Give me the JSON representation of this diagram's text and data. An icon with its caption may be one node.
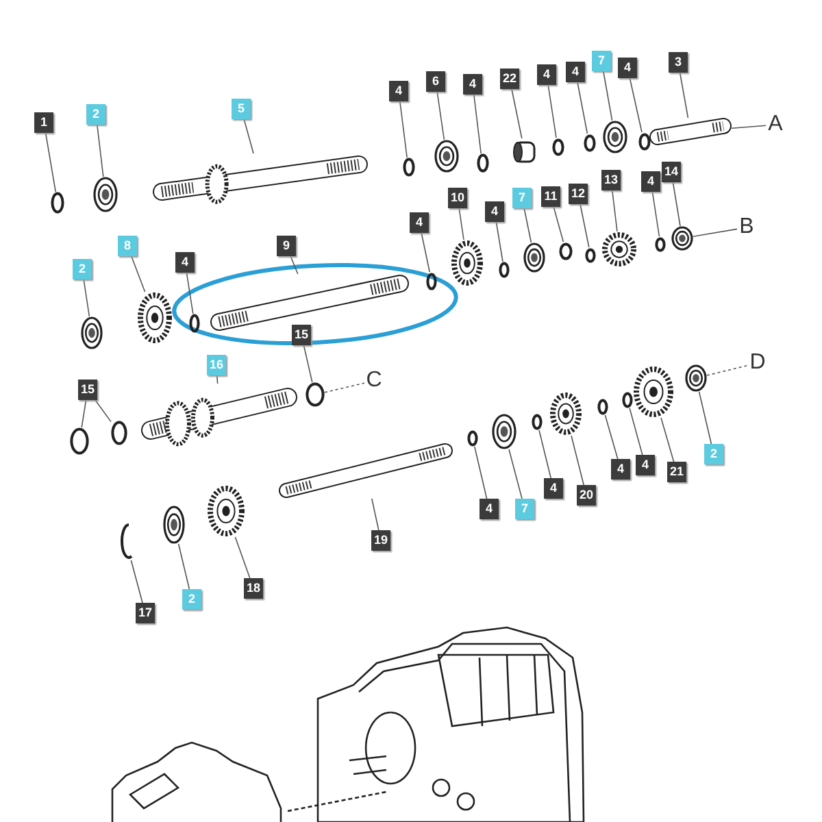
{
  "diagram": {
    "nodes": [
      {
        "text": [
          "1"
        ]
      },
      {
        "text": [],
        "shape": "circle"
      },
      {
        "text": [
          "2"
        ]
      },
      {
        "text": [],
        "shape": "picture"
      },
      {
        "text": [
          "5"
        ]
      },
      {
        "text": [],
        "shape": "picture"
      },
      {
        "text": [
          "4"
        ]
      },
      {
        "text": [],
        "shape": "circle"
      },
      {
        "text": [
          "6"
        ]
      },
      {
        "text": [],
        "shape": "picture"
      },
      {
        "text": [
          "4"
        ]
      },
      {
        "text": [],
        "shape": "circle"
      },
      {
        "text": [
          "22"
        ]
      },
      {
        "text": [],
        "shape": "picture"
      },
      {
        "text": [
          "4"
        ]
      },
      {
        "text": [],
        "shape": "circle"
      },
      {
        "text": [
          "4"
        ]
      },
      {
        "text": [],
        "shape": "circle"
      },
      {
        "text": [
          "7"
        ]
      },
      {
        "text": [],
        "shape": "picture"
      },
      {
        "text": [
          "4"
        ]
      },
      {
        "text": [],
        "shape": "circle"
      },
      {
        "text": [
          "3"
        ]
      },
      {
        "text": [],
        "shape": "picture"
      },
      {
        "text": [
          "A"
        ]
      },
      {
        "text": [
          "2"
        ]
      },
      {
        "text": [],
        "shape": "picture"
      },
      {
        "text": [
          "8"
        ]
      },
      {
        "text": [],
        "shape": "picture"
      },
      {
        "text": [
          "4"
        ]
      },
      {
        "text": [],
        "shape": "circle"
      },
      {
        "text": [
          "9"
        ]
      },
      {
        "text": [],
        "shape": "picture"
      },
      {
        "text": [
          "4"
        ]
      },
      {
        "text": [],
        "shape": "circle"
      },
      {
        "text": [
          "10"
        ]
      },
      {
        "text": [],
        "shape": "picture"
      },
      {
        "text": [
          "4"
        ]
      },
      {
        "text": [],
        "shape": "circle"
      },
      {
        "text": [
          "7"
        ]
      },
      {
        "text": [],
        "shape": "picture"
      },
      {
        "text": [
          "11"
        ]
      },
      {
        "text": [],
        "shape": "circle"
      },
      {
        "text": [
          "12"
        ]
      },
      {
        "text": [],
        "shape": "circle"
      },
      {
        "text": [
          "13"
        ]
      },
      {
        "text": [],
        "shape": "picture"
      },
      {
        "text": [
          "4"
        ]
      },
      {
        "text": [],
        "shape": "circle"
      },
      {
        "text": [
          "14"
        ]
      },
      {
        "text": [],
        "shape": "picture"
      },
      {
        "text": [
          "B"
        ]
      },
      {
        "text": [
          "15"
        ]
      },
      {
        "text": [],
        "shape": "circle"
      },
      {
        "text": [
          "C"
        ]
      },
      {
        "text": [
          "16"
        ]
      },
      {
        "text": [],
        "shape": "picture"
      },
      {
        "text": [
          "15"
        ]
      },
      {
        "text": [],
        "shape": "circle"
      },
      {
        "text": [],
        "shape": "circle"
      },
      {
        "text": [
          "19"
        ]
      },
      {
        "text": [],
        "shape": "picture"
      },
      {
        "text": [
          "4"
        ]
      },
      {
        "text": [],
        "shape": "circle"
      },
      {
        "text": [
          "7"
        ]
      },
      {
        "text": [],
        "shape": "picture"
      },
      {
        "text": [
          "4"
        ]
      },
      {
        "text": [],
        "shape": "circle"
      },
      {
        "text": [
          "20"
        ]
      },
      {
        "text": [],
        "shape": "picture"
      },
      {
        "text": [
          "4"
        ]
      },
      {
        "text": [],
        "shape": "circle"
      },
      {
        "text": [
          "4"
        ]
      },
      {
        "text": [],
        "shape": "circle"
      },
      {
        "text": [
          "21"
        ]
      },
      {
        "text": [],
        "shape": "picture"
      },
      {
        "text": [
          "2"
        ]
      },
      {
        "text": [],
        "shape": "picture"
      },
      {
        "text": [
          "D"
        ]
      },
      {
        "text": [
          "17"
        ]
      },
      {
        "text": [],
        "shape": "picture"
      },
      {
        "text": [
          "2"
        ]
      },
      {
        "text": [],
        "shape": "picture"
      },
      {
        "text": [
          "18"
        ]
      },
      {
        "text": [],
        "shape": "picture"
      }
    ],
    "edges": [
      {
        "from": 0,
        "to": 1,
        "arrow": "none"
      },
      {
        "from": 2,
        "to": 3,
        "arrow": "none"
      },
      {
        "from": 4,
        "to": 5,
        "arrow": "none"
      },
      {
        "from": 6,
        "to": 7,
        "arrow": "none"
      },
      {
        "from": 8,
        "to": 9,
        "arrow": "none"
      },
      {
        "from": 10,
        "to": 11,
        "arrow": "none"
      },
      {
        "from": 12,
        "to": 13,
        "arrow": "none"
      },
      {
        "from": 14,
        "to": 15,
        "arrow": "none"
      },
      {
        "from": 16,
        "to": 17,
        "arrow": "none"
      },
      {
        "from": 18,
        "to": 19,
        "arrow": "none"
      },
      {
        "from": 20,
        "to": 21,
        "arrow": "none"
      },
      {
        "from": 22,
        "to": 23,
        "arrow": "none"
      },
      {
        "from": 23,
        "to": 24,
        "arrow": "none"
      },
      {
        "from": 25,
        "to": 26,
        "arrow": "none"
      },
      {
        "from": 27,
        "to": 28,
        "arrow": "none"
      },
      {
        "from": 29,
        "to": 30,
        "arrow": "none"
      },
      {
        "from": 31,
        "to": 32,
        "arrow": "none"
      },
      {
        "from": 33,
        "to": 34,
        "arrow": "none"
      },
      {
        "from": 35,
        "to": 36,
        "arrow": "none"
      },
      {
        "from": 37,
        "to": 38,
        "arrow": "none"
      },
      {
        "from": 39,
        "to": 40,
        "arrow": "none"
      },
      {
        "from": 41,
        "to": 42,
        "arrow": "none"
      },
      {
        "from": 43,
        "to": 44,
        "arrow": "none"
      },
      {
        "from": 45,
        "to": 46,
        "arrow": "none"
      },
      {
        "from": 47,
        "to": 48,
        "arrow": "none"
      },
      {
        "from": 49,
        "to": 50,
        "arrow": "none"
      },
      {
        "from": 50,
        "to": 51,
        "arrow": "none"
      },
      {
        "from": 52,
        "to": 53,
        "arrow": "none"
      },
      {
        "from": 53,
        "to": 54,
        "arrow": "none",
        "style": "dashed"
      },
      {
        "from": 55,
        "to": 56,
        "arrow": "none"
      },
      {
        "from": 57,
        "to": 58,
        "arrow": "none"
      },
      {
        "from": 57,
        "to": 59,
        "arrow": "none"
      },
      {
        "from": 60,
        "to": 61,
        "arrow": "none"
      },
      {
        "from": 62,
        "to": 63,
        "arrow": "none"
      },
      {
        "from": 64,
        "to": 65,
        "arrow": "none"
      },
      {
        "from": 66,
        "to": 67,
        "arrow": "none"
      },
      {
        "from": 68,
        "to": 69,
        "arrow": "none"
      },
      {
        "from": 70,
        "to": 71,
        "arrow": "none"
      },
      {
        "from": 72,
        "to": 73,
        "arrow": "none"
      },
      {
        "from": 74,
        "to": 75,
        "arrow": "none"
      },
      {
        "from": 76,
        "to": 77,
        "arrow": "none"
      },
      {
        "from": 77,
        "to": 78,
        "arrow": "none",
        "style": "dashed"
      },
      {
        "from": 79,
        "to": 80,
        "arrow": "none"
      },
      {
        "from": 81,
        "to": 82,
        "arrow": "none"
      },
      {
        "from": 83,
        "to": 84,
        "arrow": "none"
      }
    ]
  }
}
